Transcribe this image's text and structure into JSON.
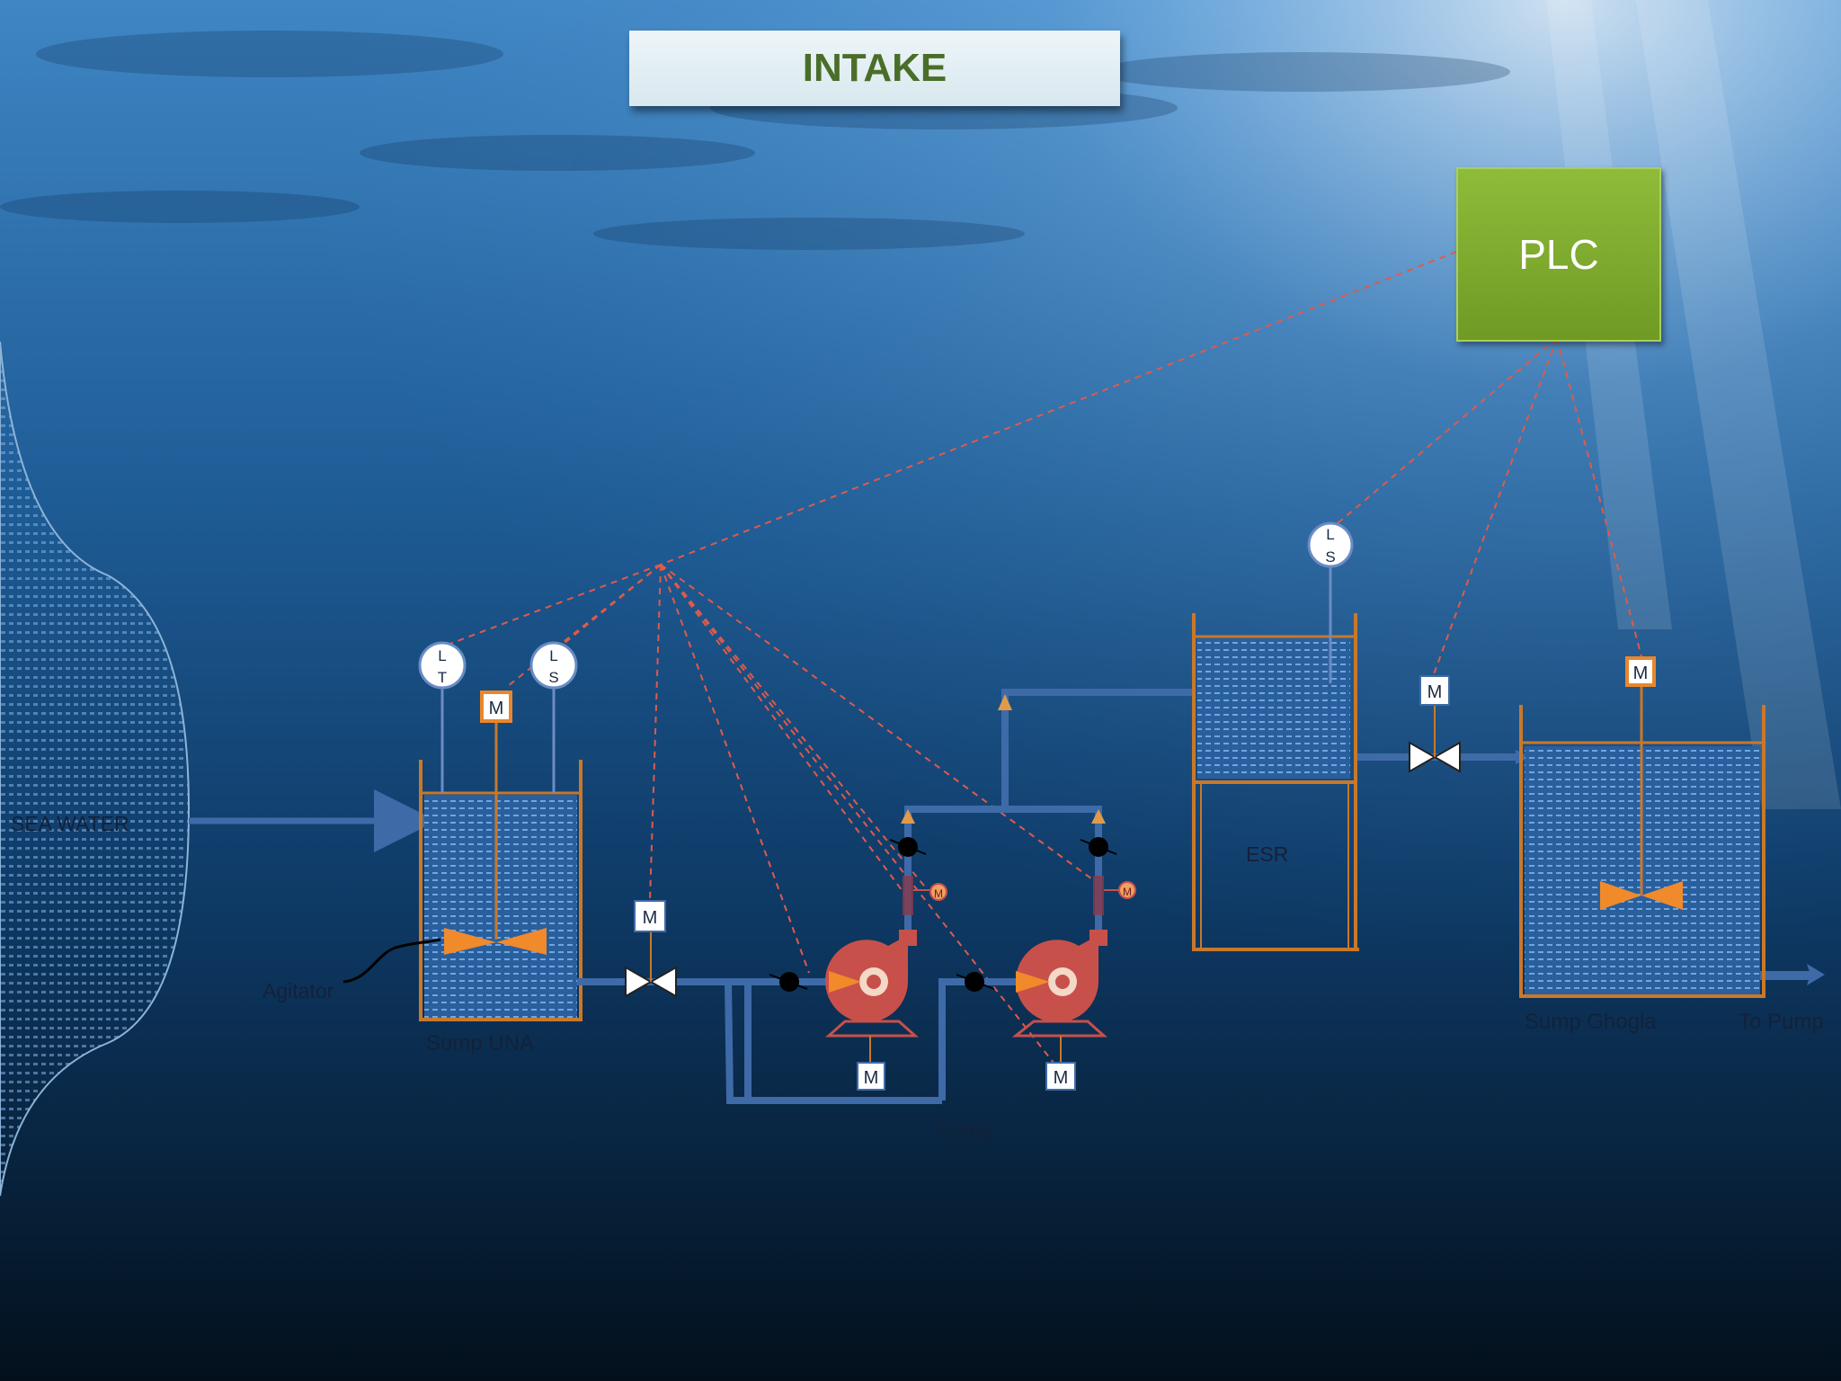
{
  "title": "INTAKE",
  "controller": {
    "label": "PLC"
  },
  "labels": {
    "sea_water": "SEA WATER",
    "agitator": "Agitator",
    "sump_una": "Sump UNA",
    "pump": "Pump",
    "esr": "ESR",
    "sump_ghogla": "Sump Ghogla",
    "to_pump": "To Pump"
  },
  "instruments": {
    "level_transmitter": [
      "L",
      "T"
    ],
    "level_switch": [
      "L",
      "S"
    ],
    "motor": "M"
  },
  "colors": {
    "background_top": "#3f86c4",
    "background_bottom": "#03101c",
    "pipe": "#3f6aa8",
    "tank_outline": "#c9782a",
    "agitator": "#f08a2a",
    "pump_body": "#c8504a",
    "signal_line": "#e05a4a",
    "plc": "#7aa82c",
    "title_text": "#4a6e2a"
  }
}
